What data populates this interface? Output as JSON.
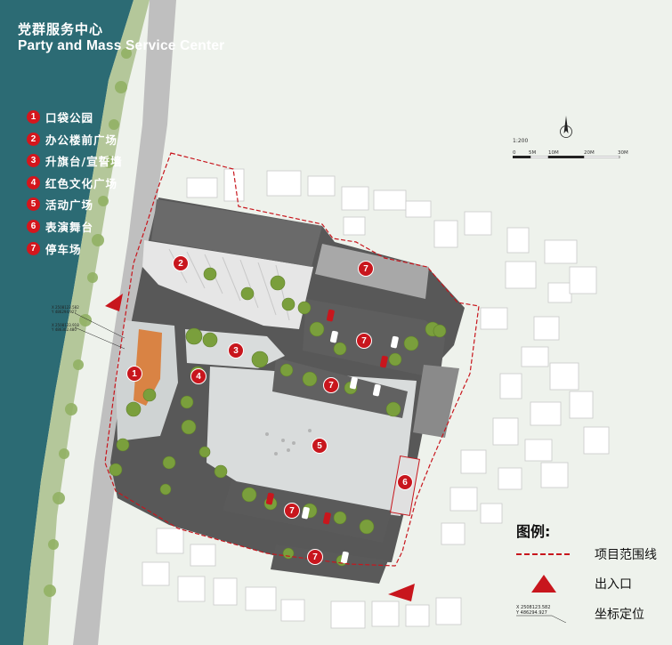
{
  "title": {
    "cn": "党群服务中心",
    "en": "Party and Mass Service Center"
  },
  "zones": [
    {
      "num": "1",
      "label": "口袋公园"
    },
    {
      "num": "2",
      "label": "办公楼前广场"
    },
    {
      "num": "3",
      "label": "升旗台/宣誓墙"
    },
    {
      "num": "4",
      "label": "红色文化广场"
    },
    {
      "num": "5",
      "label": "活动广场"
    },
    {
      "num": "6",
      "label": "表演舞台"
    },
    {
      "num": "7",
      "label": "停车场"
    }
  ],
  "map_markers": [
    "1",
    "2",
    "3",
    "4",
    "5",
    "6",
    "7",
    "7",
    "7",
    "7",
    "7"
  ],
  "scale": {
    "ratio": "1:200",
    "ticks": [
      "0",
      "5M",
      "10M",
      "20M",
      "30M"
    ]
  },
  "north_symbol": "north-arrow-icon",
  "legend": {
    "title": "图例:",
    "boundary": "项目范围线",
    "entrance": "出入口",
    "coordinate": "坐标定位",
    "coordinate_sample": [
      "X 2508123.582",
      "Y 486294.927"
    ]
  },
  "map_coordinates": [
    [
      "X 2508123.582",
      "Y 486294.927"
    ],
    [
      "X 2508123.918",
      "Y 486302.480"
    ]
  ],
  "colors": {
    "water": "#2c6b74",
    "boundary": "#c8161d",
    "marker": "#c8161d",
    "road": "#575757",
    "plaza": "#d9dcdc",
    "green": "#7a9f3c",
    "building": "#ffffff"
  }
}
